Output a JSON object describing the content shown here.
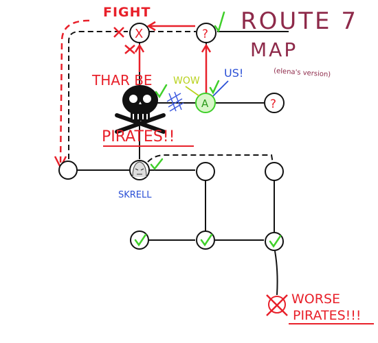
{
  "title": "ROUTE 7",
  "title_line2": "MAP",
  "subtitle": "(elena's version)",
  "labels": {
    "fight": "FIGHT",
    "thar_be": "THAR BE",
    "pirates": "PIRATES!!",
    "wow": "WOW",
    "us": "US!",
    "skrell": "SKRELL",
    "worse": "WORSE",
    "worse_pirates": "PIRATES!!!",
    "node_unknown_top": "?",
    "node_unknown_right": "?",
    "node_us": "A",
    "node_fight": "X"
  },
  "colors": {
    "title": "#8e2a4a",
    "red": "#e8202a",
    "green": "#3fcf2a",
    "blue": "#2a4fd6",
    "yellow_green": "#b9d21e",
    "ink": "#111111"
  }
}
